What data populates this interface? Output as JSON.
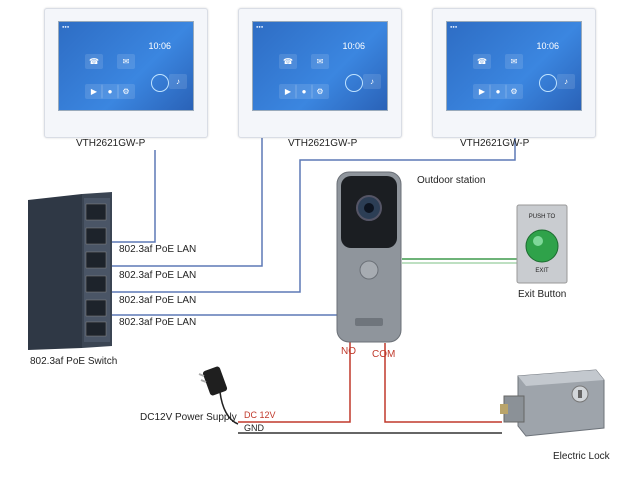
{
  "monitors": [
    {
      "model": "VTH2621GW-P",
      "time": "10:06"
    },
    {
      "model": "VTH2621GW-P",
      "time": "10:06"
    },
    {
      "model": "VTH2621GW-P",
      "time": "10:06"
    }
  ],
  "outdoor_station": {
    "label": "Outdoor station"
  },
  "exit_button": {
    "label": "Exit Button",
    "push_text": "PUSH TO",
    "exit_text": "EXIT"
  },
  "switch": {
    "label": "802.3af PoE Switch"
  },
  "lan_links": [
    "802.3af PoE LAN",
    "802.3af PoE LAN",
    "802.3af PoE LAN",
    "802.3af PoE LAN"
  ],
  "terminals": {
    "no": "NO",
    "com": "COM"
  },
  "power_supply": {
    "label": "DC12V Power Supply",
    "dc": "DC 12V",
    "gnd": "GND"
  },
  "electric_lock": {
    "label": "Electric Lock"
  },
  "colors": {
    "lan": "#5d79b5",
    "exit_wire": "#3f9a4b",
    "power_wire": "#c0392b",
    "gnd_wire": "#333333",
    "switch_body": "#3b4553",
    "station_body": "#8f959c"
  }
}
